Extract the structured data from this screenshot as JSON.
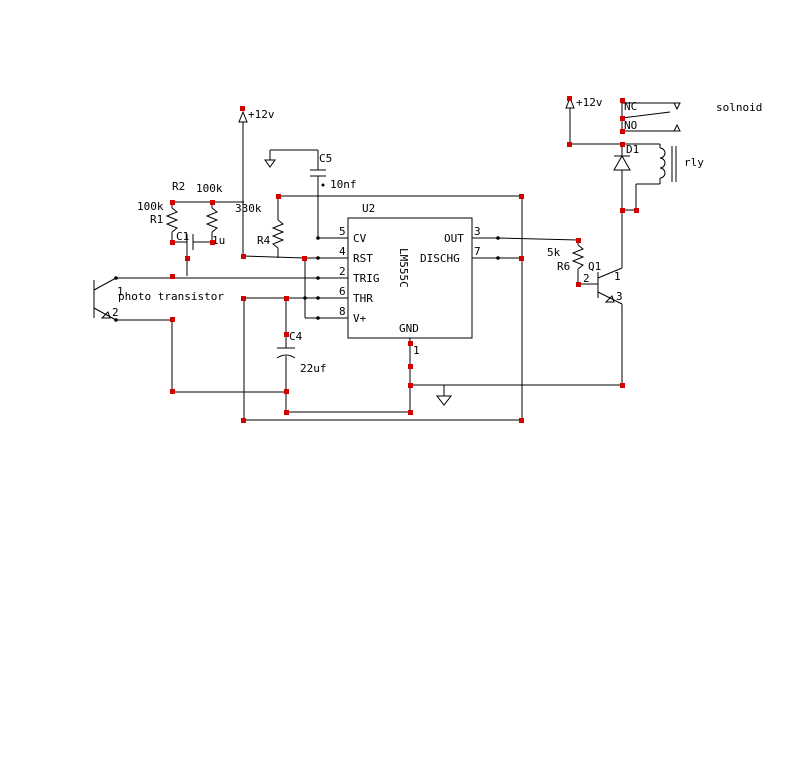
{
  "ic": {
    "ref": "U2",
    "part": "LM555C",
    "pins": [
      {
        "name": "CV",
        "num": "5"
      },
      {
        "name": "RST",
        "num": "4"
      },
      {
        "name": "TRIG",
        "num": "2"
      },
      {
        "name": "THR",
        "num": "6"
      },
      {
        "name": "V+",
        "num": "8"
      },
      {
        "name": "OUT",
        "num": "3"
      },
      {
        "name": "DISCHG",
        "num": "7"
      },
      {
        "name": "GND",
        "num": "1"
      }
    ]
  },
  "power": {
    "left_supply": "+12v",
    "right_supply": "+12v"
  },
  "components": {
    "r1": {
      "ref": "R1",
      "value": "100k"
    },
    "r2": {
      "ref": "R2",
      "value": "100k"
    },
    "r4": {
      "ref": "R4",
      "value": "330k"
    },
    "r6": {
      "ref": "R6",
      "value": "5k"
    },
    "c1": {
      "ref": "C1",
      "value": "1u"
    },
    "c4": {
      "ref": "C4",
      "value": "22uf"
    },
    "c5": {
      "ref": "C5",
      "value": "10nf"
    },
    "d1": {
      "ref": "D1"
    },
    "q1": {
      "ref": "Q1",
      "pins": [
        "1",
        "2",
        "3"
      ]
    },
    "phototransistor": {
      "label": "photo transistor",
      "pin_a": "1",
      "pin_b": "2"
    },
    "relay": {
      "ref": "rly",
      "nc": "NC",
      "no": "NO",
      "load": "solnoid"
    }
  }
}
